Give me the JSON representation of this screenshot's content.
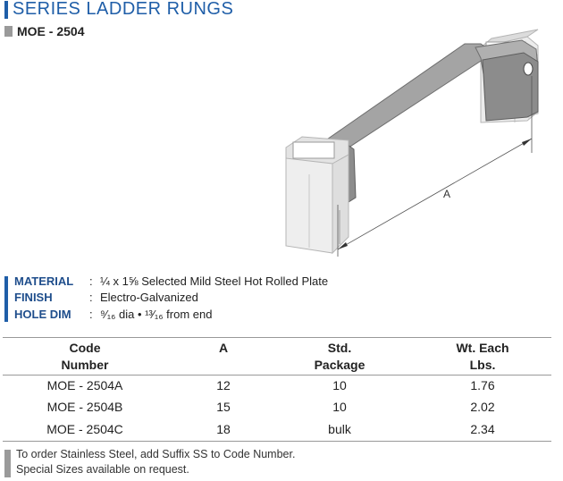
{
  "header": {
    "title": "SERIES LADDER RUNGS",
    "subtitle": "MOE - 2504"
  },
  "drawing": {
    "dimension_label": "A"
  },
  "specs": [
    {
      "label": "MATERIAL",
      "colon": ":",
      "value": "¼ x 1⅝ Selected Mild Steel Hot Rolled Plate"
    },
    {
      "label": "FINISH",
      "colon": ":",
      "value": "Electro-Galvanized"
    },
    {
      "label": "HOLE DIM",
      "colon": ":",
      "value": "⁹⁄₁₆ dia  •  ¹³⁄₁₆ from end"
    }
  ],
  "table": {
    "headers": [
      {
        "line1": "Code",
        "line2": "Number"
      },
      {
        "line1": "A",
        "line2": ""
      },
      {
        "line1": "Std.",
        "line2": "Package"
      },
      {
        "line1": "Wt. Each",
        "line2": "Lbs."
      }
    ],
    "rows": [
      [
        "MOE - 2504A",
        "12",
        "10",
        "1.76"
      ],
      [
        "MOE - 2504B",
        "15",
        "10",
        "2.02"
      ],
      [
        "MOE - 2504C",
        "18",
        "bulk",
        "2.34"
      ]
    ]
  },
  "footer": {
    "line1": "To order Stainless Steel, add Suffix SS to Code Number.",
    "line2": "Special Sizes available on request."
  },
  "colors": {
    "accent_blue": "#1f5ea8",
    "label_blue": "#1f4e8c",
    "bar_gray": "#9a9a9a",
    "rung_gray": "#8a8a8a"
  }
}
